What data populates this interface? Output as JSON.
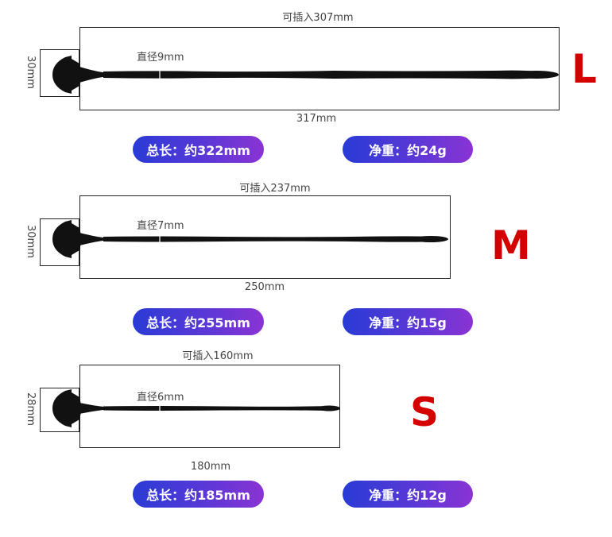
{
  "sizes": [
    {
      "letter": "L",
      "insertable": "可插入307mm",
      "diameter": "直径9mm",
      "height": "30mm",
      "length": "317mm",
      "total_length": "总长：约322mm",
      "net_weight": "净重：约24g"
    },
    {
      "letter": "M",
      "insertable": "可插入237mm",
      "diameter": "直径7mm",
      "height": "30mm",
      "length": "250mm",
      "total_length": "总长：约255mm",
      "net_weight": "净重：约15g"
    },
    {
      "letter": "S",
      "insertable": "可插入160mm",
      "diameter": "直径6mm",
      "height": "28mm",
      "length": "180mm",
      "total_length": "总长：约185mm",
      "net_weight": "净重：约12g"
    }
  ],
  "colors": {
    "size_letter": "#d40000",
    "pill_gradient_start": "#2a3bd6",
    "pill_gradient_end": "#8b33d4",
    "product": "#111111"
  }
}
